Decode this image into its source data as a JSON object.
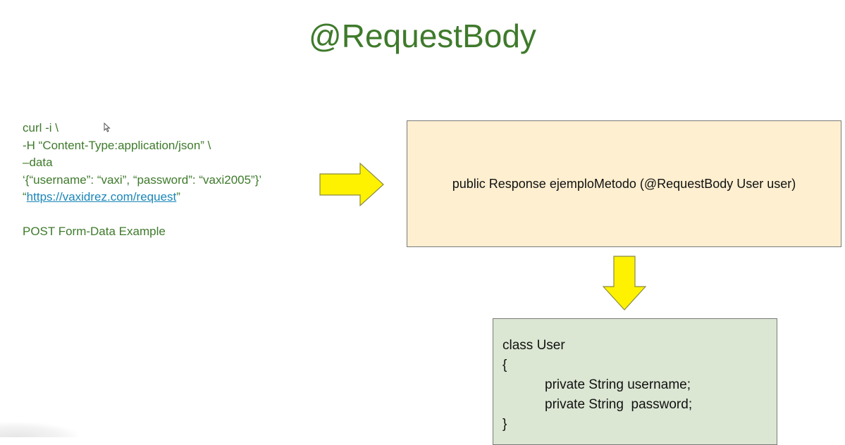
{
  "title": "@RequestBody",
  "curl": {
    "lines": [
      "curl -i \\",
      "-H “Content-Type:application/json” \\",
      "–data",
      "‘{“username”: “vaxi”, “password”: “vaxi2005”}’"
    ],
    "url_prefix": "“",
    "url": "https://vaxidrez.com/request",
    "url_suffix": "”",
    "example_label": "POST Form-Data Example"
  },
  "method_box": {
    "text": "public Response ejemploMetodo (@RequestBody User user)",
    "color": "#fdefd0"
  },
  "class_box": {
    "header": "class User",
    "open_brace": "{",
    "fields": [
      "private String username;",
      "private String  password;"
    ],
    "close_brace": "}",
    "color": "#dbe6d3"
  },
  "colors": {
    "title": "#3e7a2b",
    "arrow": "#fff200",
    "link": "#1a86b8"
  },
  "icons": {
    "right_arrow": "right-arrow-icon",
    "down_arrow": "down-arrow-icon",
    "cursor": "mouse-cursor-icon"
  }
}
